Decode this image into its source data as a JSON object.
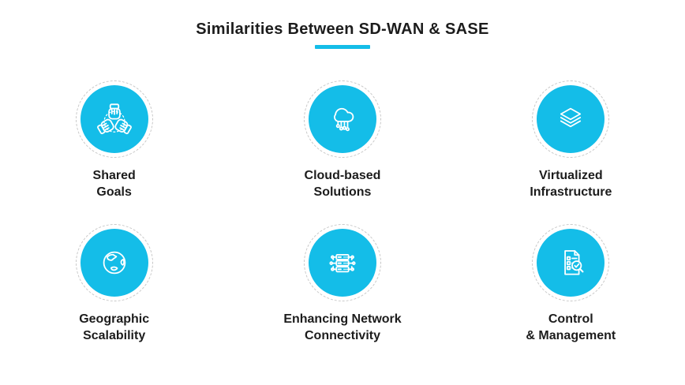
{
  "title": "Similarities Between SD-WAN & SASE",
  "colors": {
    "accent": "#14BDE8",
    "dashed_ring": "#c7c7c7",
    "text": "#1c1c1c",
    "icon_stroke": "#ffffff",
    "background": "#ffffff"
  },
  "items": [
    {
      "icon": "hands-teamwork-icon",
      "label_line1": "Shared",
      "label_line2": "Goals"
    },
    {
      "icon": "cloud-circuit-icon",
      "label_line1": "Cloud-based",
      "label_line2": "Solutions"
    },
    {
      "icon": "stacked-layers-icon",
      "label_line1": "Virtualized",
      "label_line2": "Infrastructure"
    },
    {
      "icon": "globe-icon",
      "label_line1": "Geographic",
      "label_line2": "Scalability"
    },
    {
      "icon": "server-network-icon",
      "label_line1": "Enhancing Network",
      "label_line2": "Connectivity"
    },
    {
      "icon": "document-audit-icon",
      "label_line1": "Control",
      "label_line2": "& Management"
    }
  ]
}
